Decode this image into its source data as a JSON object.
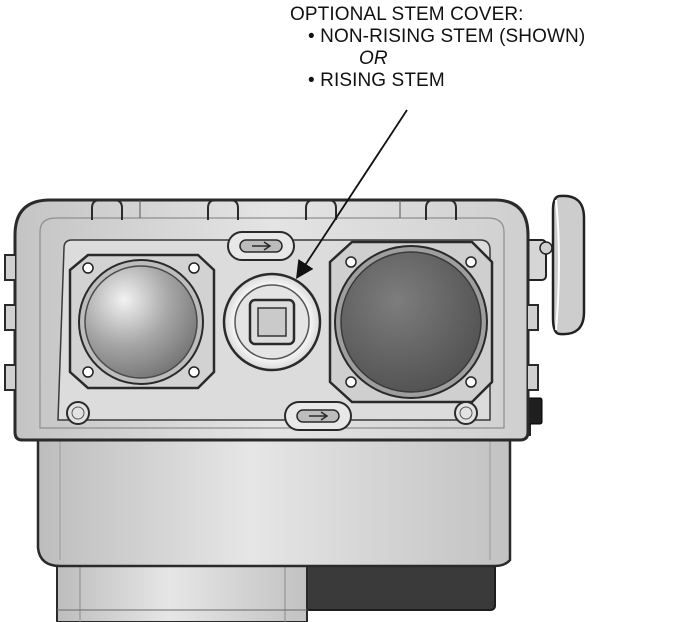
{
  "callout": {
    "title": "OPTIONAL STEM COVER:",
    "option_1": "• NON-RISING STEM (SHOWN)",
    "conjunction": "OR",
    "option_2": "• RISING STEM"
  },
  "colors": {
    "body_light": "#e2e2e2",
    "body_mid": "#c9c9c9",
    "body_dark": "#9a9a9a",
    "outline": "#2a2a2a",
    "dome": "#8f8f8f",
    "lens_dark": "#5e5e5e",
    "leader_line": "#111111"
  }
}
